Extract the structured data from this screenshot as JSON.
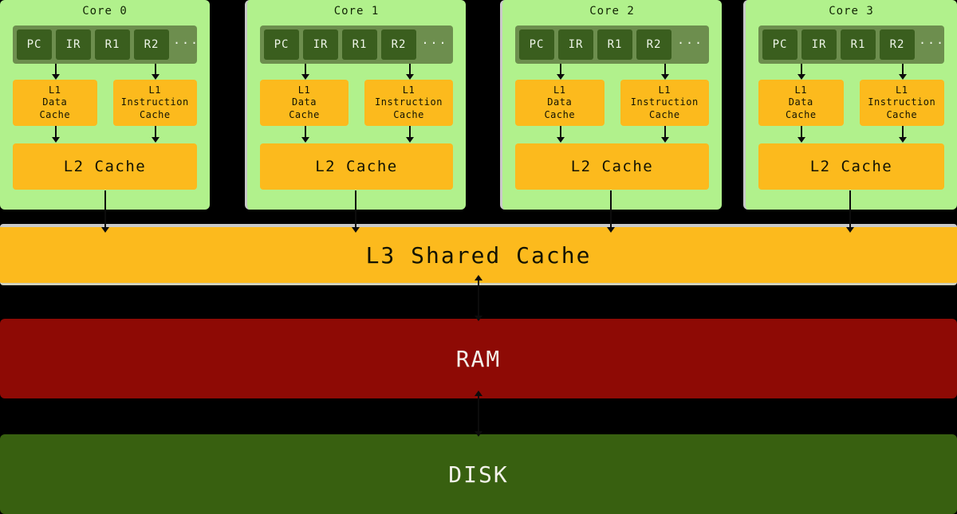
{
  "cores": [
    {
      "title": "Core 0"
    },
    {
      "title": "Core 1"
    },
    {
      "title": "Core 2"
    },
    {
      "title": "Core 3"
    }
  ],
  "core_template": {
    "registers": [
      "PC",
      "IR",
      "R1",
      "R2"
    ],
    "ellipsis": "···",
    "l1_data_lines": [
      "L1",
      "Data",
      "Cache"
    ],
    "l1_instruction_lines": [
      "L1",
      "Instruction",
      "Cache"
    ],
    "l2_label": "L2 Cache"
  },
  "memory_hierarchy": {
    "l3_label": "L3 Shared Cache",
    "ram_label": "RAM",
    "disk_label": "DISK"
  },
  "colors": {
    "background": "#000000",
    "core_panel": "#b1f18c",
    "register_strip": "#6d8e4e",
    "register_box": "#3a5e1e",
    "register_text": "#eef5e8",
    "cache_orange": "#fcba1d",
    "ram_red": "#8e0a05",
    "disk_green": "#386010",
    "panel_edge_gray": "#c9c9c9",
    "arrow_black": "#0c0c0c",
    "dark_text": "#131303",
    "light_text": "#f3f2ea"
  }
}
